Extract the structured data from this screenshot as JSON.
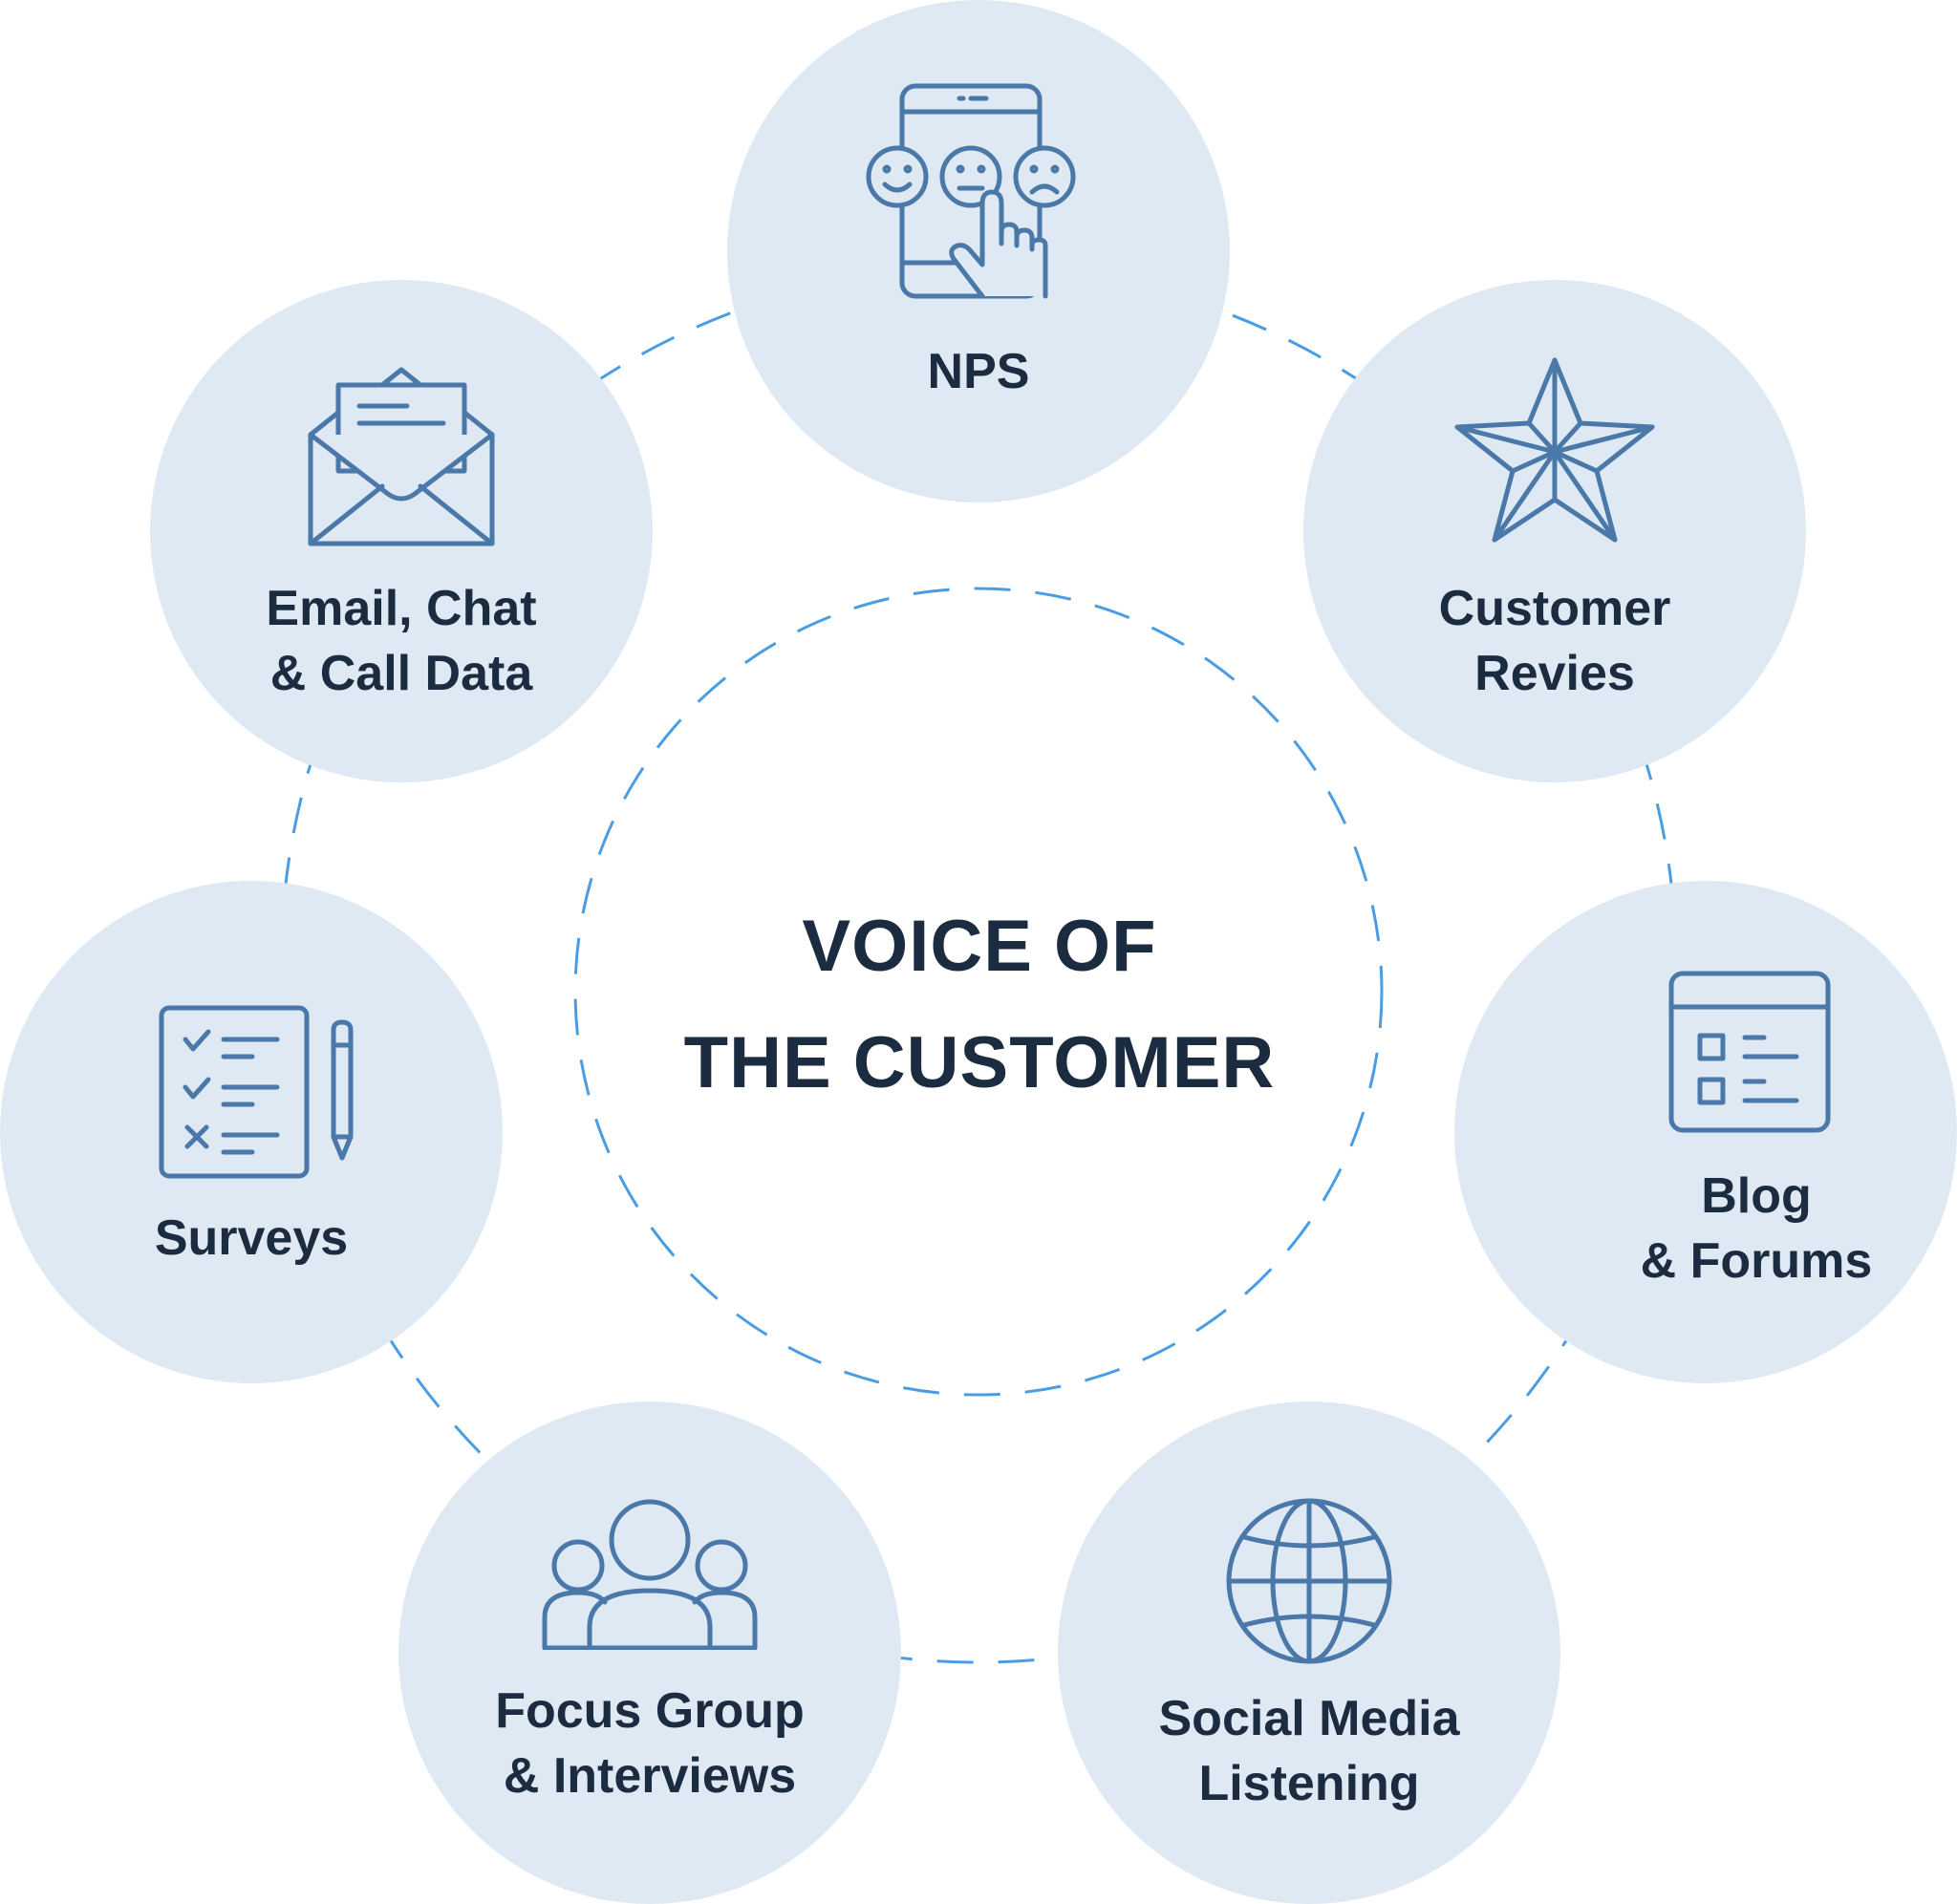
{
  "center": {
    "line1": "VOICE OF",
    "line2": "THE CUSTOMER"
  },
  "nodes": {
    "nps": {
      "line1": "NPS",
      "icon": "smartphone-rating-icon"
    },
    "reviews": {
      "line1": "Customer",
      "line2": "Revies",
      "icon": "star-icon"
    },
    "blog": {
      "line1": "Blog",
      "line2": "& Forums",
      "icon": "webpage-list-icon"
    },
    "social": {
      "line1": "Social Media",
      "line2": "Listening",
      "icon": "globe-icon"
    },
    "focus": {
      "line1": "Focus Group",
      "line2": "& Interviews",
      "icon": "group-people-icon"
    },
    "surveys": {
      "line1": "Surveys",
      "icon": "checklist-icon"
    },
    "email": {
      "line1": "Email, Chat",
      "line2": "& Call Data",
      "icon": "envelope-letter-icon"
    }
  },
  "colors": {
    "node_fill": "#dfe9f3",
    "icon_stroke": "#4a78a8",
    "text": "#1b2b40",
    "dash": "#4a9de2"
  }
}
